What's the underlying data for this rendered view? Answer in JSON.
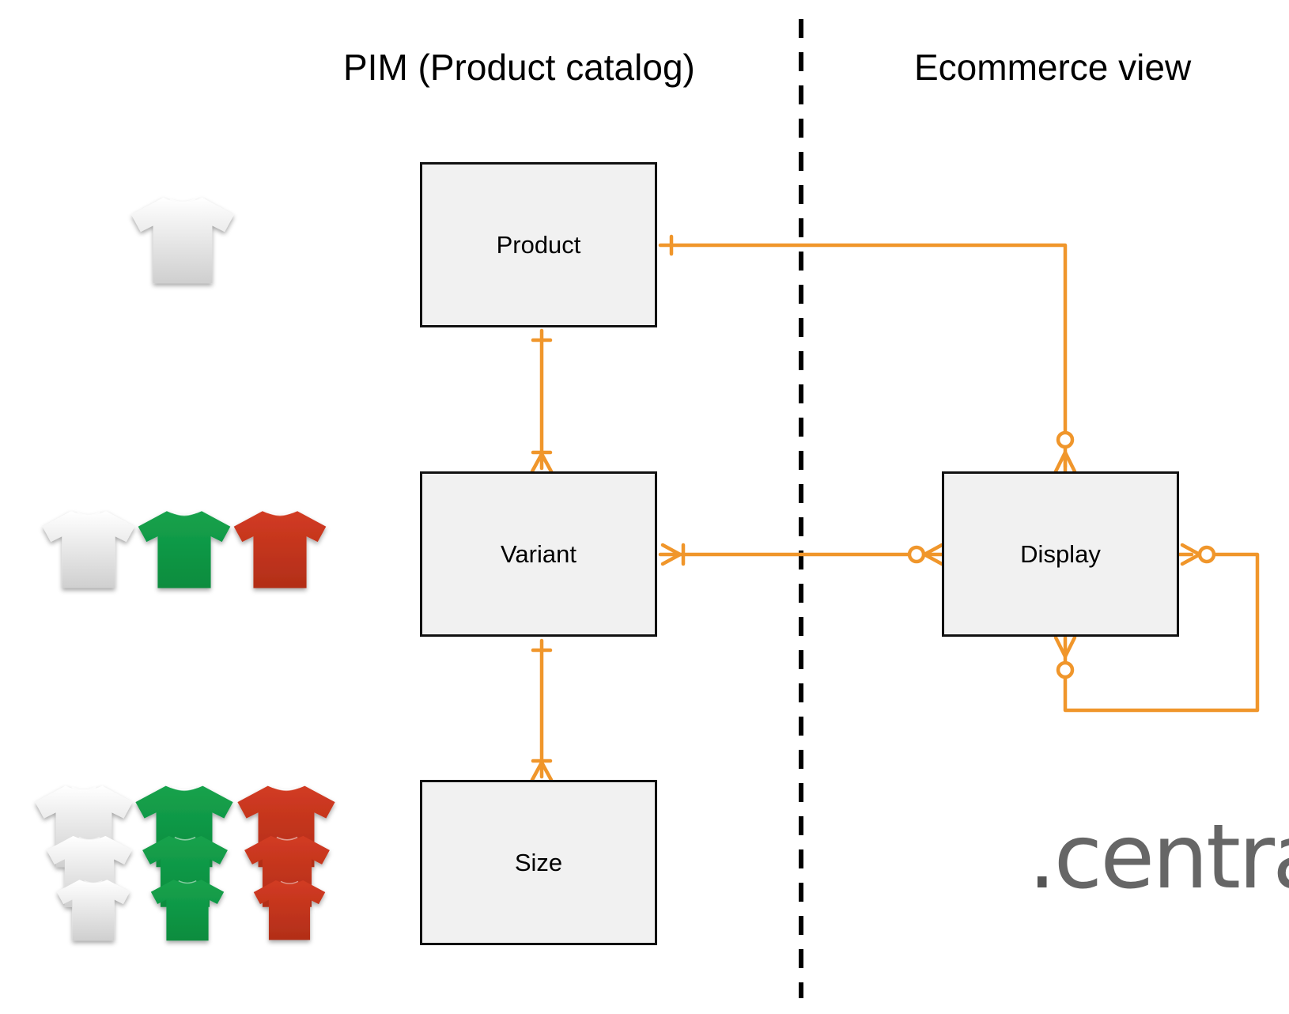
{
  "titles": {
    "pim": "PIM (Product catalog)",
    "ecommerce": "Ecommerce view"
  },
  "entities": {
    "product": "Product",
    "variant": "Variant",
    "size": "Size",
    "display": "Display"
  },
  "relationships": [
    {
      "from": "Product",
      "to": "Variant",
      "from_end": "one",
      "to_end": "one-or-many"
    },
    {
      "from": "Variant",
      "to": "Size",
      "from_end": "one",
      "to_end": "one-or-many"
    },
    {
      "from": "Product",
      "to": "Display",
      "from_end": "one",
      "to_end": "zero-or-many"
    },
    {
      "from": "Variant",
      "to": "Display",
      "from_end": "one-or-many",
      "to_end": "zero-or-many"
    },
    {
      "from": "Display",
      "to": "Display",
      "from_end": "zero-or-many",
      "to_end": "zero-or-many"
    }
  ],
  "logo": {
    "dot": ".",
    "text": "centra"
  },
  "colors": {
    "connector": "#f0962b",
    "entity_fill": "#f1f1f1",
    "entity_border": "#111111",
    "divider": "#000000",
    "shirt_white": "#e6e6e6",
    "shirt_green": "#0f9d48",
    "shirt_red": "#c9361f",
    "logo": "#666666"
  },
  "icons": [
    "tshirt-icon"
  ]
}
